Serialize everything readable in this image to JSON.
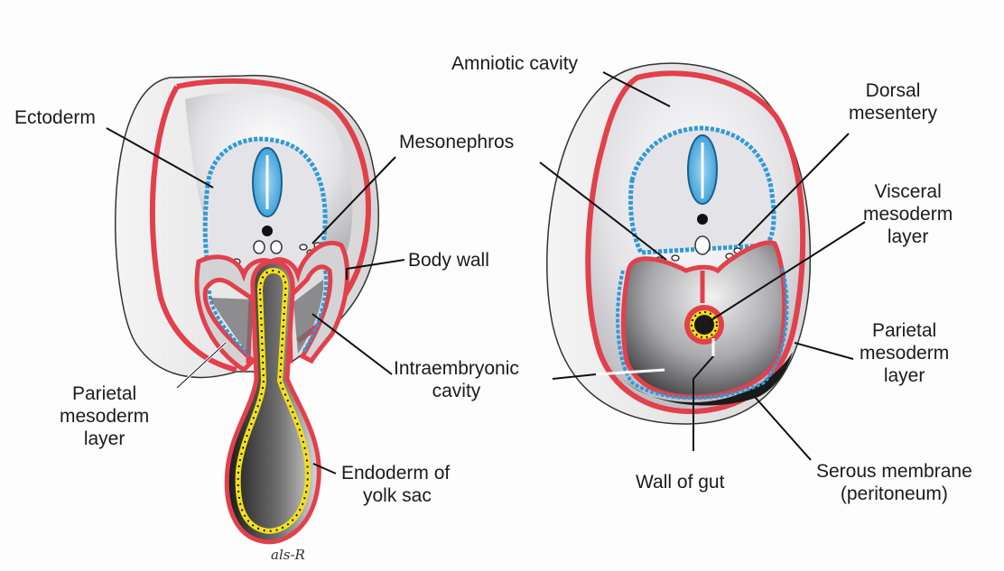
{
  "labels": {
    "ectoderm": "Ectoderm",
    "mesonephros": "Mesonephros",
    "body_wall": "Body wall",
    "parietal_left": [
      "Parietal",
      "mesoderm",
      "layer"
    ],
    "intraembryonic": [
      "Intraembryonic",
      "cavity"
    ],
    "endoderm": [
      "Endoderm of",
      "yolk sac"
    ],
    "amniotic": "Amniotic cavity",
    "dorsal": [
      "Dorsal",
      "mesentery"
    ],
    "visceral": [
      "Visceral",
      "mesoderm",
      "layer"
    ],
    "parietal_right": [
      "Parietal",
      "mesoderm",
      "layer"
    ],
    "wall_gut": "Wall of gut",
    "serous": [
      "Serous membrane",
      "(peritoneum)"
    ]
  },
  "signature": "als-R",
  "colors": {
    "ectoderm_red": "#e2404b",
    "mesoderm_blue": "#2f9ad6",
    "endoderm_yellow": "#f2e019",
    "shadow": "#1a1a1a"
  }
}
